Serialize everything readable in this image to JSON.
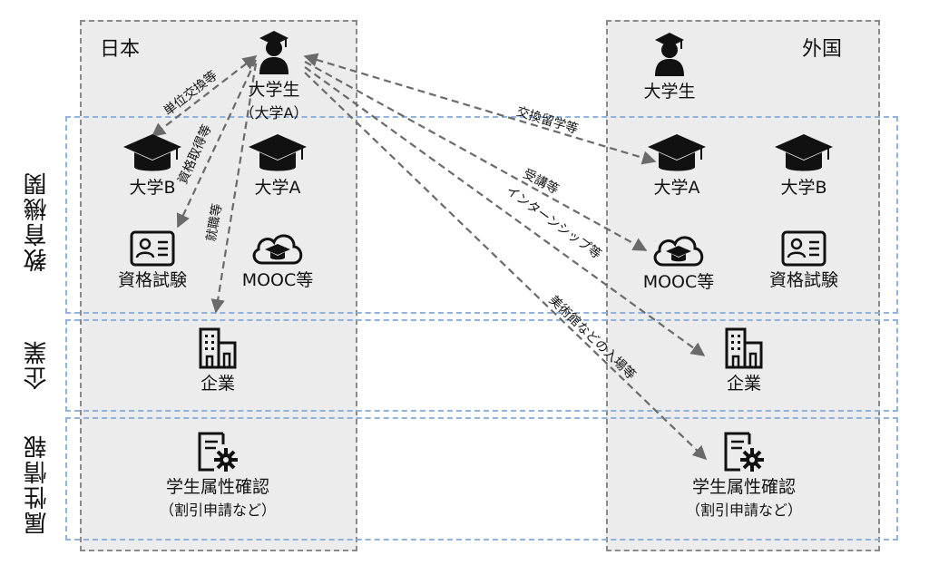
{
  "columns": {
    "japan": "日本",
    "foreign": "外国"
  },
  "rows": {
    "education": "教育機関",
    "company": "企業",
    "attributes": "属性情報"
  },
  "japan": {
    "student_line1": "大学生",
    "student_line2": "（大学A）",
    "univ_b": "大学B",
    "univ_a": "大学A",
    "qualification": "資格試験",
    "mooc": "MOOC等",
    "company": "企業",
    "attr_line1": "学生属性確認",
    "attr_line2": "（割引申請など）"
  },
  "foreign": {
    "student": "大学生",
    "univ_a": "大学A",
    "univ_b": "大学B",
    "mooc": "MOOC等",
    "qualification": "資格試験",
    "company": "企業",
    "attr_line1": "学生属性確認",
    "attr_line2": "（割引申請など）"
  },
  "arrows": {
    "credit_transfer": "単位交換等",
    "qualification_get": "資格取得等",
    "employment": "就職等",
    "exchange_study": "交換留学等",
    "course": "受講等",
    "internship": "インターンシップ等",
    "museum": "美術館などの入場等"
  },
  "icons": {
    "student": "student-icon",
    "graduation_cap": "graduation-cap-icon",
    "id_card": "id-card-icon",
    "cloud_cap": "cloud-graduation-icon",
    "building": "building-icon",
    "document_gear": "document-gear-icon"
  },
  "colors": {
    "column_fill": "#ececec",
    "column_border": "#8a8a8a",
    "band_border": "#8fb2de",
    "arrow": "#6a6a6a"
  }
}
